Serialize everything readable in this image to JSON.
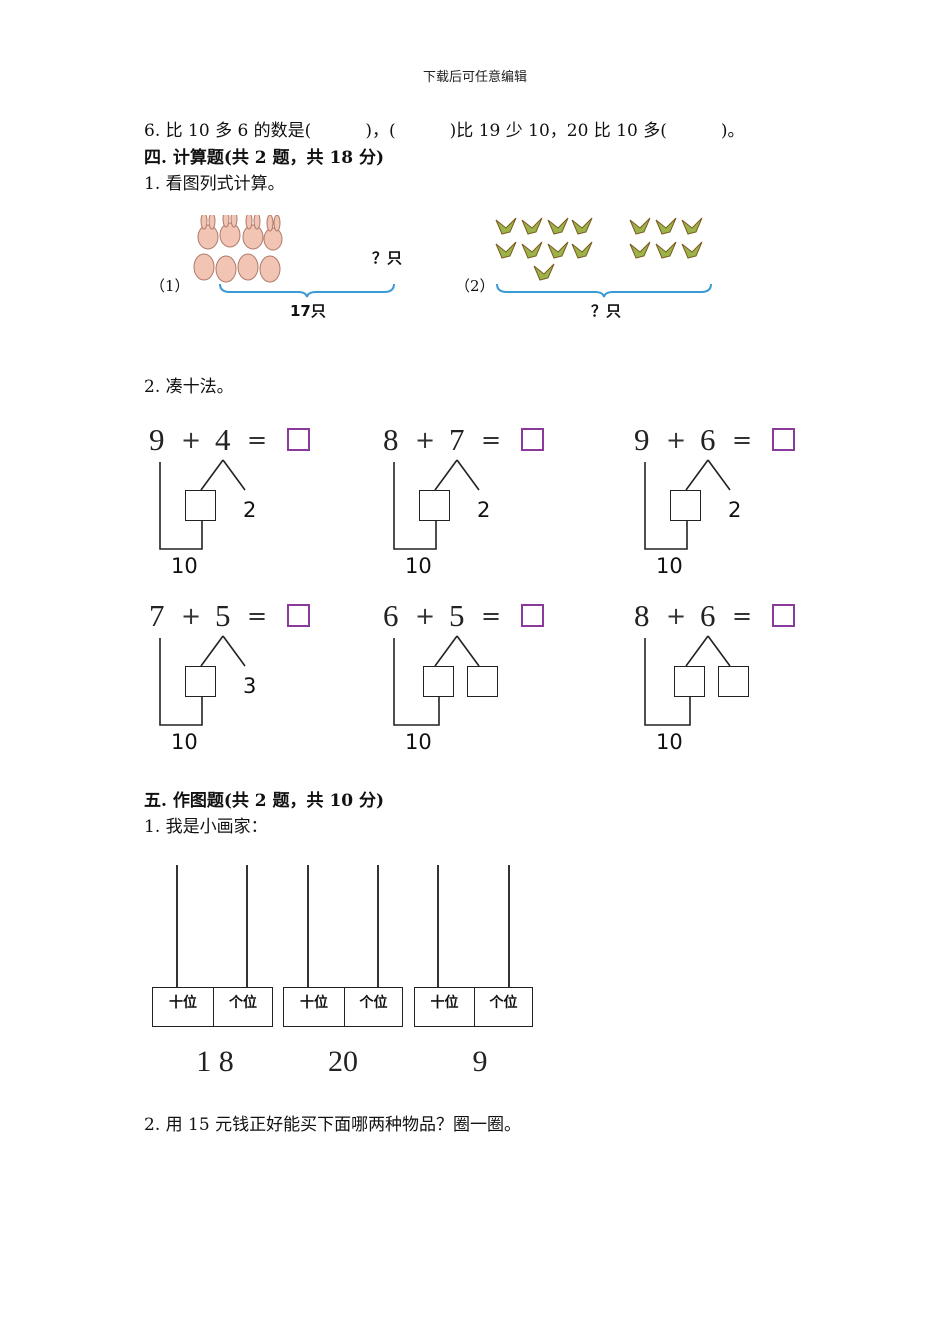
{
  "header": "下载后可任意编辑",
  "q6": "6. 比 10 多 6 的数是(          )，(          )比 19 少 10，20 比 10 多(          )。",
  "section4": {
    "title": "四. 计算题(共 2 题，共 18 分)",
    "q1": "1. 看图列式计算。",
    "pic1": {
      "label": "（1）",
      "question": "？只",
      "total": "17只"
    },
    "pic2": {
      "label": "（2）",
      "total": "？只"
    },
    "q2": "2. 凑十法。",
    "problems": [
      {
        "a": "9",
        "op": "+",
        "b": "4",
        "eq": "=",
        "split": "2",
        "ten": "10"
      },
      {
        "a": "8",
        "op": "+",
        "b": "7",
        "eq": "=",
        "split": "2",
        "ten": "10"
      },
      {
        "a": "9",
        "op": "+",
        "b": "6",
        "eq": "=",
        "split": "2",
        "ten": "10"
      },
      {
        "a": "7",
        "op": "+",
        "b": "5",
        "eq": "=",
        "split": "3",
        "ten": "10"
      },
      {
        "a": "6",
        "op": "+",
        "b": "5",
        "eq": "=",
        "ten": "10"
      },
      {
        "a": "8",
        "op": "+",
        "b": "6",
        "eq": "=",
        "ten": "10"
      }
    ]
  },
  "section5": {
    "title": "五. 作图题(共 2 题，共 10 分)",
    "q1": "1. 我是小画家：",
    "abacus": [
      {
        "tens": "十位",
        "ones": "个位",
        "number": "1 8"
      },
      {
        "tens": "十位",
        "ones": "个位",
        "number": "20"
      },
      {
        "tens": "十位",
        "ones": "个位",
        "number": "9"
      }
    ],
    "q2": "2. 用 15 元钱正好能买下面哪两种物品？圈一圈。"
  }
}
